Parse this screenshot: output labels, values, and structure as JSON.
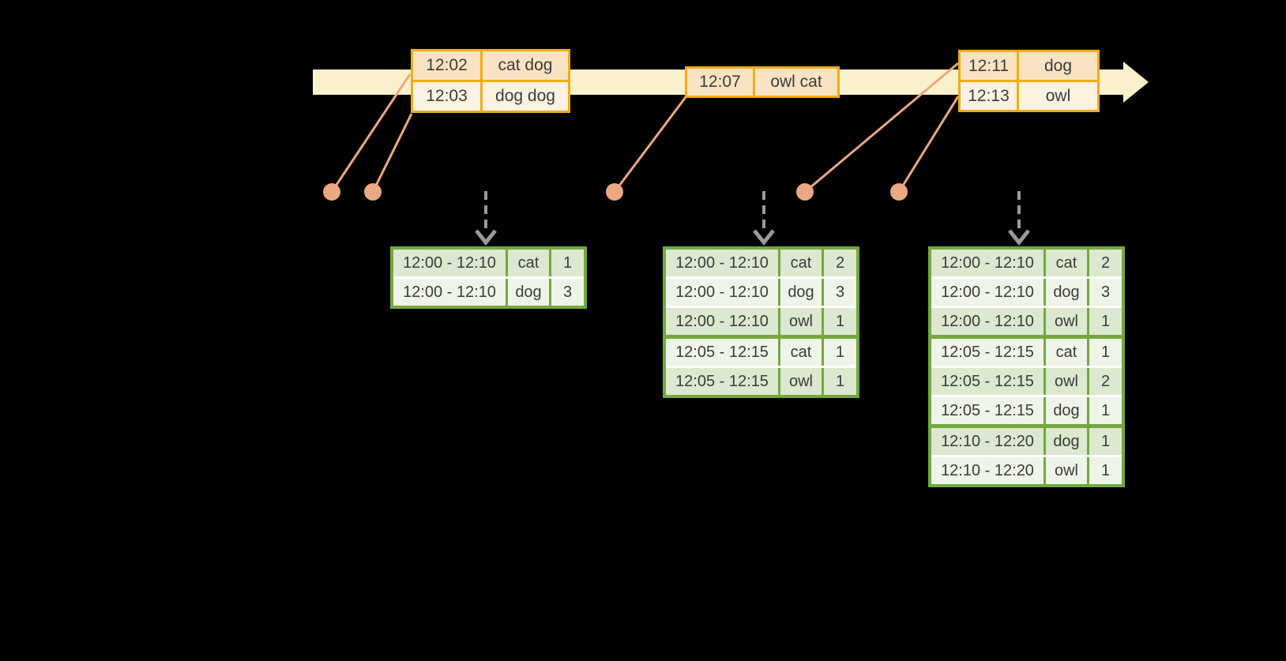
{
  "timeline": {
    "event_groups": [
      {
        "rows": [
          {
            "time": "12:02",
            "words": "cat dog"
          },
          {
            "time": "12:03",
            "words": "dog dog"
          }
        ]
      },
      {
        "rows": [
          {
            "time": "12:07",
            "words": "owl cat"
          }
        ]
      },
      {
        "rows": [
          {
            "time": "12:11",
            "words": "dog"
          },
          {
            "time": "12:13",
            "words": "owl"
          }
        ]
      }
    ]
  },
  "result_tables": [
    {
      "rows": [
        {
          "window": "12:00 - 12:10",
          "word": "cat",
          "count": "1"
        },
        {
          "window": "12:00 - 12:10",
          "word": "dog",
          "count": "3"
        }
      ]
    },
    {
      "rows": [
        {
          "window": "12:00 - 12:10",
          "word": "cat",
          "count": "2"
        },
        {
          "window": "12:00 - 12:10",
          "word": "dog",
          "count": "3"
        },
        {
          "window": "12:00 - 12:10",
          "word": "owl",
          "count": "1"
        },
        {
          "window": "12:05 - 12:15",
          "word": "cat",
          "count": "1"
        },
        {
          "window": "12:05 - 12:15",
          "word": "owl",
          "count": "1"
        }
      ]
    },
    {
      "rows": [
        {
          "window": "12:00 - 12:10",
          "word": "cat",
          "count": "2"
        },
        {
          "window": "12:00 - 12:10",
          "word": "dog",
          "count": "3"
        },
        {
          "window": "12:00 - 12:10",
          "word": "owl",
          "count": "1"
        },
        {
          "window": "12:05 - 12:15",
          "word": "cat",
          "count": "1"
        },
        {
          "window": "12:05 - 12:15",
          "word": "owl",
          "count": "2"
        },
        {
          "window": "12:05 - 12:15",
          "word": "dog",
          "count": "1"
        },
        {
          "window": "12:10 - 12:20",
          "word": "dog",
          "count": "1"
        },
        {
          "window": "12:10 - 12:20",
          "word": "owl",
          "count": "1"
        }
      ]
    }
  ],
  "colors": {
    "gold": "#F0AC14",
    "peach": "#FAE3C2",
    "cream": "#FCF2E1",
    "band": "#FBF0CC",
    "salmon": "#ECA881",
    "green": "#74A83F",
    "cell_dark": "#DCE8CF",
    "cell_light": "#EFF4E9",
    "gray": "#9B9B9B",
    "ink": "#3C3C3C"
  }
}
